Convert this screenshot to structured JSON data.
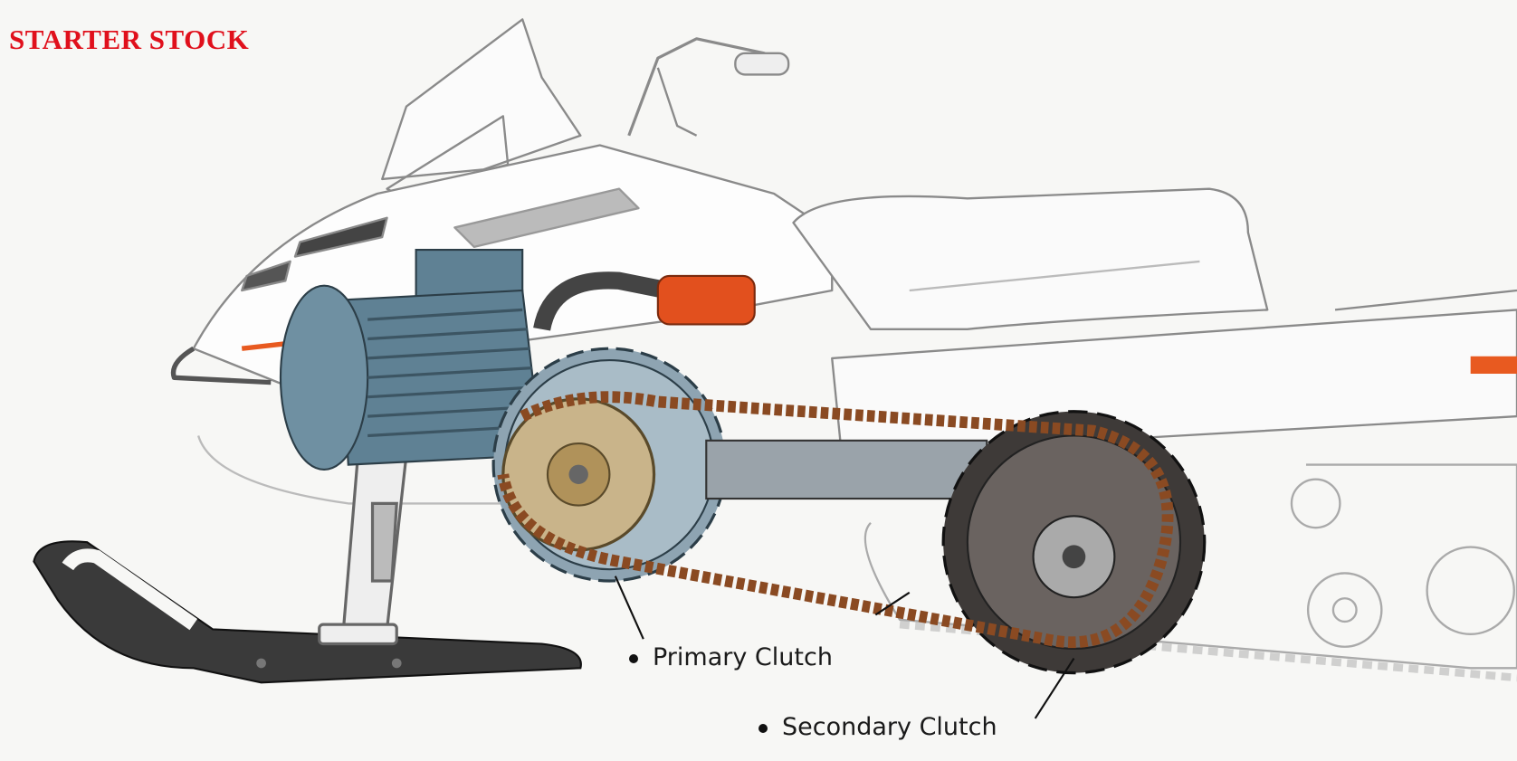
{
  "title": "STARTER STOCK",
  "labels": {
    "primary_clutch": "Primary Clutch",
    "secondary_clutch": "Secondary Clutch"
  },
  "colors": {
    "title": "#e0101c",
    "motor": "#5f8194",
    "solenoid": "#e2501e",
    "belt": "#8a4a22",
    "ski": "#3a3a3a"
  }
}
